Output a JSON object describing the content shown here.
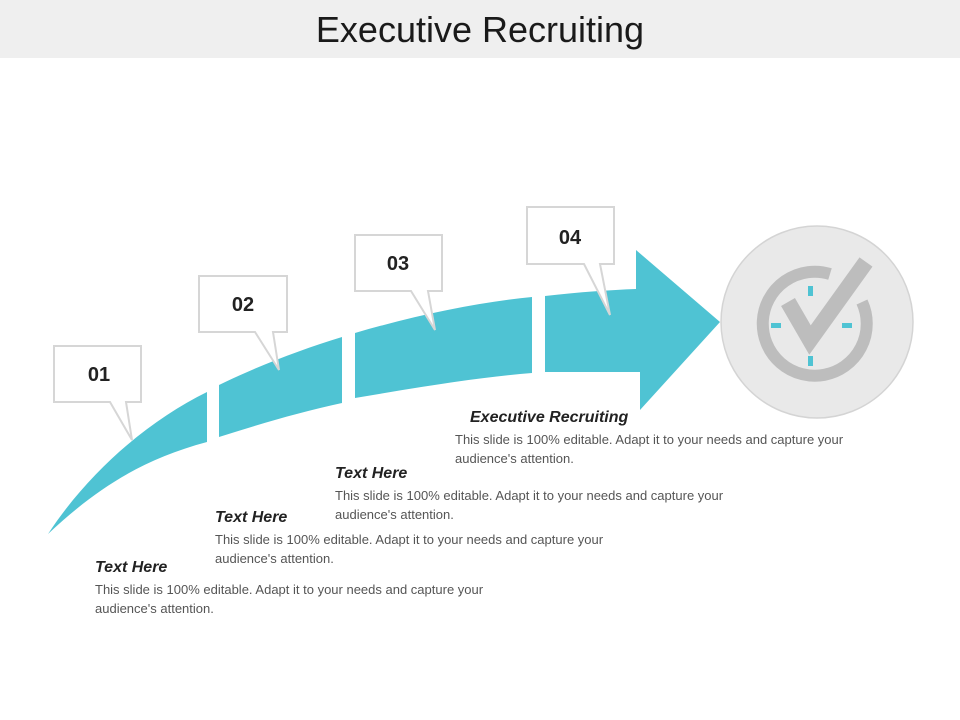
{
  "title": "Executive Recruiting",
  "colors": {
    "accent": "#4fc3d3",
    "title_bar": "#efefef",
    "icon_gray": "#bdbdbd",
    "circle_bg": "#e9e9e9"
  },
  "steps": [
    {
      "number": "01",
      "heading": "Text Here",
      "body": "This slide is 100% editable. Adapt it to your needs and capture your audience's attention."
    },
    {
      "number": "02",
      "heading": "Text Here",
      "body": "This slide is 100% editable. Adapt it to your needs and capture your audience's attention."
    },
    {
      "number": "03",
      "heading": "Text Here",
      "body": "This slide is 100% editable. Adapt it to your needs and capture your audience's attention."
    },
    {
      "number": "04",
      "heading": "Executive Recruiting",
      "body": "This slide is 100% editable. Adapt it to your needs and capture your audience's attention."
    }
  ],
  "goal_icon": "clock-check-icon"
}
